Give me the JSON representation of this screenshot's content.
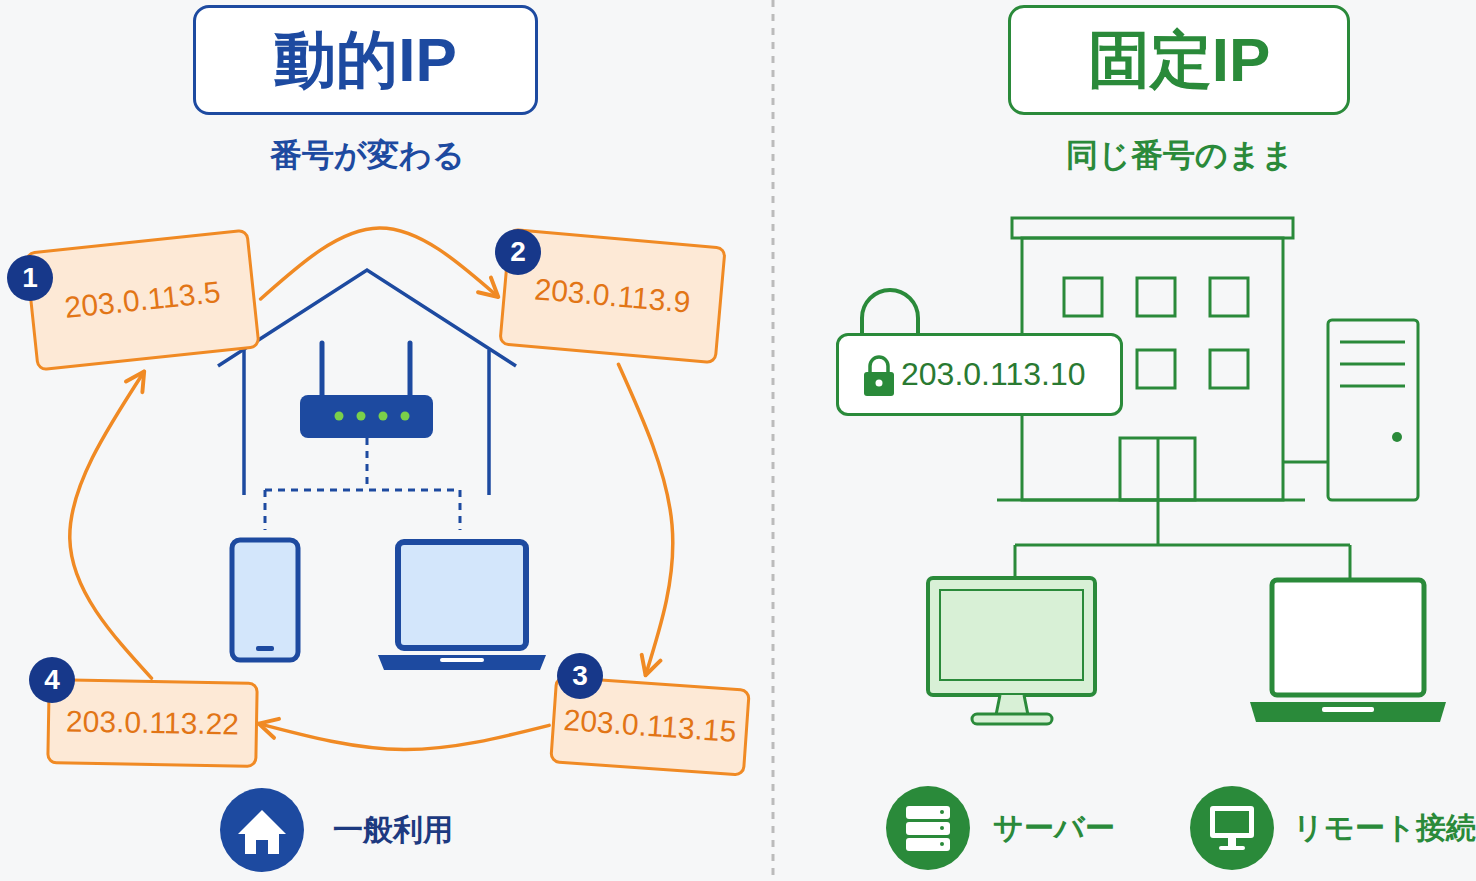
{
  "diagram": {
    "nodes": [
      {
        "text": [
          "動的IP"
        ]
      },
      {
        "text": [
          "1"
        ]
      },
      {
        "text": [
          "203.0.113.5"
        ]
      },
      {
        "text": [
          "2"
        ]
      },
      {
        "text": [
          "203.0.113.9"
        ]
      },
      {
        "text": [
          "3"
        ]
      },
      {
        "text": [
          "203.0.113.15"
        ]
      },
      {
        "text": [
          "4"
        ]
      },
      {
        "text": [
          "203.0.113.22"
        ]
      },
      {
        "text": [
          "固定IP"
        ]
      },
      {
        "text": [
          "203.0.113.10"
        ]
      }
    ],
    "edges": [
      {
        "from": 2,
        "to": 4,
        "arrow": "to"
      },
      {
        "from": 4,
        "to": 6,
        "arrow": "to"
      },
      {
        "from": 6,
        "to": 8,
        "arrow": "to"
      },
      {
        "from": 8,
        "to": 2,
        "arrow": "to"
      }
    ],
    "labels": [
      "番号が変わる",
      "一般利用",
      "同じ番号のまま",
      "サーバー",
      "リモート接続"
    ]
  }
}
